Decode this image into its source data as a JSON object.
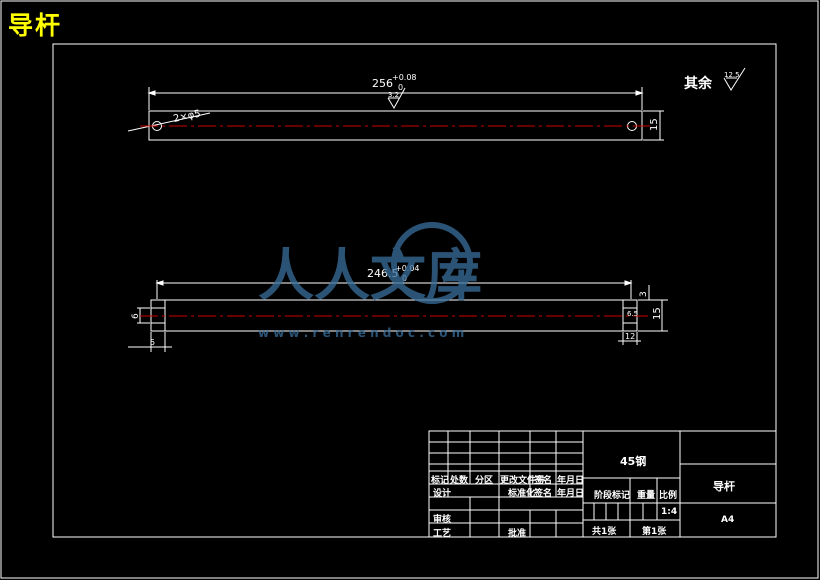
{
  "title": "导杆",
  "colors": {
    "background": "#000000",
    "lines": "#ffffff",
    "centerline": "#cc0000",
    "title": "#ffff00",
    "watermark": "#3a6f9c"
  },
  "roughness": {
    "label": "其余",
    "value": "12.5"
  },
  "top_view": {
    "length_dim": "256",
    "tol_upper": "+0.08",
    "tol_lower": "0",
    "hole_callout": "2×φ5",
    "height_dim": "15",
    "rough_value": "3.2"
  },
  "side_view": {
    "length_dim": "246.5",
    "tol_upper": "+0.04",
    "tol_lower": "0",
    "dim_3": "3",
    "dim_6": "6",
    "dim_15": "15",
    "dim_5": "5",
    "dim_6_5": "6.5",
    "dim_12": "12"
  },
  "watermark": {
    "text": "人人文库",
    "url": "w w w . r e n r e n d o c . c o m"
  },
  "title_block": {
    "material": "45钢",
    "part_name": "导杆",
    "scale": "1:4",
    "drawing_no": "A4",
    "h_mark": "标记",
    "h_count": "处数",
    "h_zone": "分区",
    "h_docno": "更改文件号",
    "h_sign": "签名",
    "h_date": "年月日",
    "h_design": "设计",
    "h_std": "标准化",
    "h_sign2": "签名",
    "h_date2": "年月日",
    "h_stage": "阶段标记",
    "h_weight": "重量",
    "h_ratio": "比例",
    "h_review": "审核",
    "h_process": "工艺",
    "h_approve": "批准",
    "h_total": "共1张",
    "h_sheet": "第1张"
  }
}
